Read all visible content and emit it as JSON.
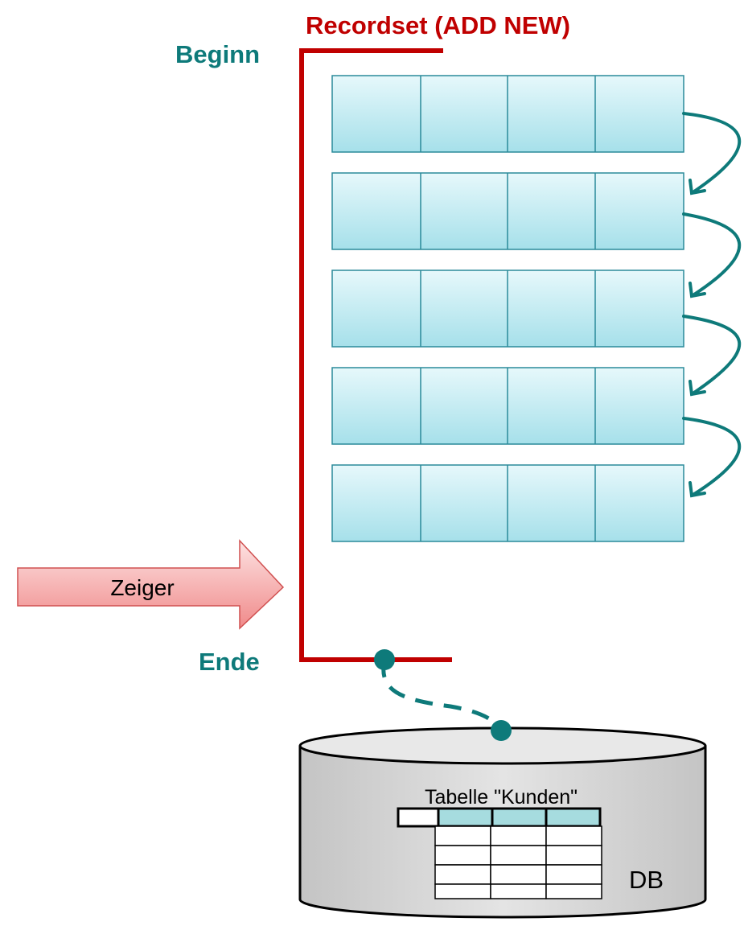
{
  "recordset": {
    "title": "Recordset (ADD NEW)",
    "begin_label": "Beginn",
    "end_label": "Ende",
    "row_count": 5,
    "columns_per_row": 4
  },
  "pointer": {
    "label": "Zeiger"
  },
  "database": {
    "table_label": "Tabelle \"Kunden\"",
    "db_label": "DB"
  },
  "colors": {
    "recordset_line": "#c00000",
    "label_teal": "#0e7a7a",
    "cell_fill_top": "#e6f8fb",
    "cell_fill_bottom": "#a6e0ea",
    "cell_stroke": "#2a8a9a",
    "pointer_fill_top": "#fde2e2",
    "pointer_fill_bottom": "#f08a8a",
    "pointer_stroke": "#d05050",
    "db_fill": "#d9d9d9",
    "header_cell_fill": "#a6dcdf"
  }
}
